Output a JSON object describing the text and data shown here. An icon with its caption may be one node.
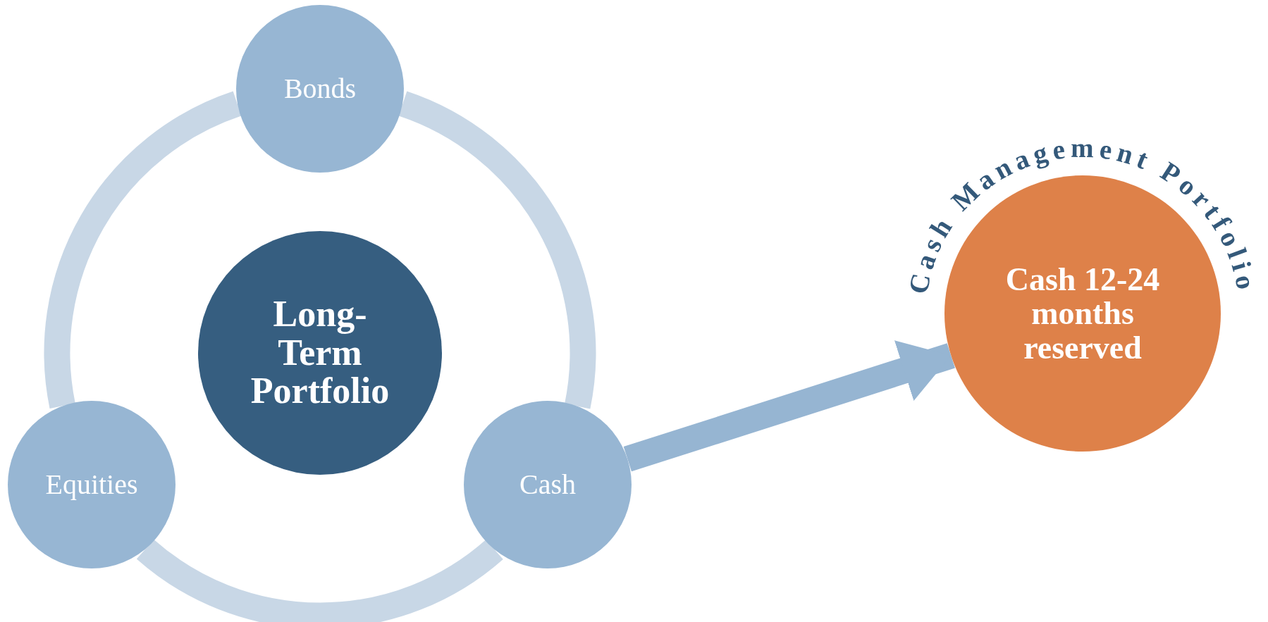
{
  "diagram": {
    "nodes": [
      {
        "text": [
          "Long-Term Portfolio"
        ]
      },
      {
        "text": [
          "Bonds"
        ]
      },
      {
        "text": [
          "Cash"
        ]
      },
      {
        "text": [
          "Equities"
        ]
      },
      {
        "text": [
          "Cash Management Portfolio",
          "Cash 12-24 months reserved"
        ]
      }
    ],
    "edges": [
      {
        "from": 1,
        "to": 2,
        "arrow": "none"
      },
      {
        "from": 2,
        "to": 3,
        "arrow": "none"
      },
      {
        "from": 3,
        "to": 1,
        "arrow": "none"
      },
      {
        "from": 2,
        "to": 4,
        "arrow": "to",
        "color": "#96b5d2"
      }
    ]
  }
}
